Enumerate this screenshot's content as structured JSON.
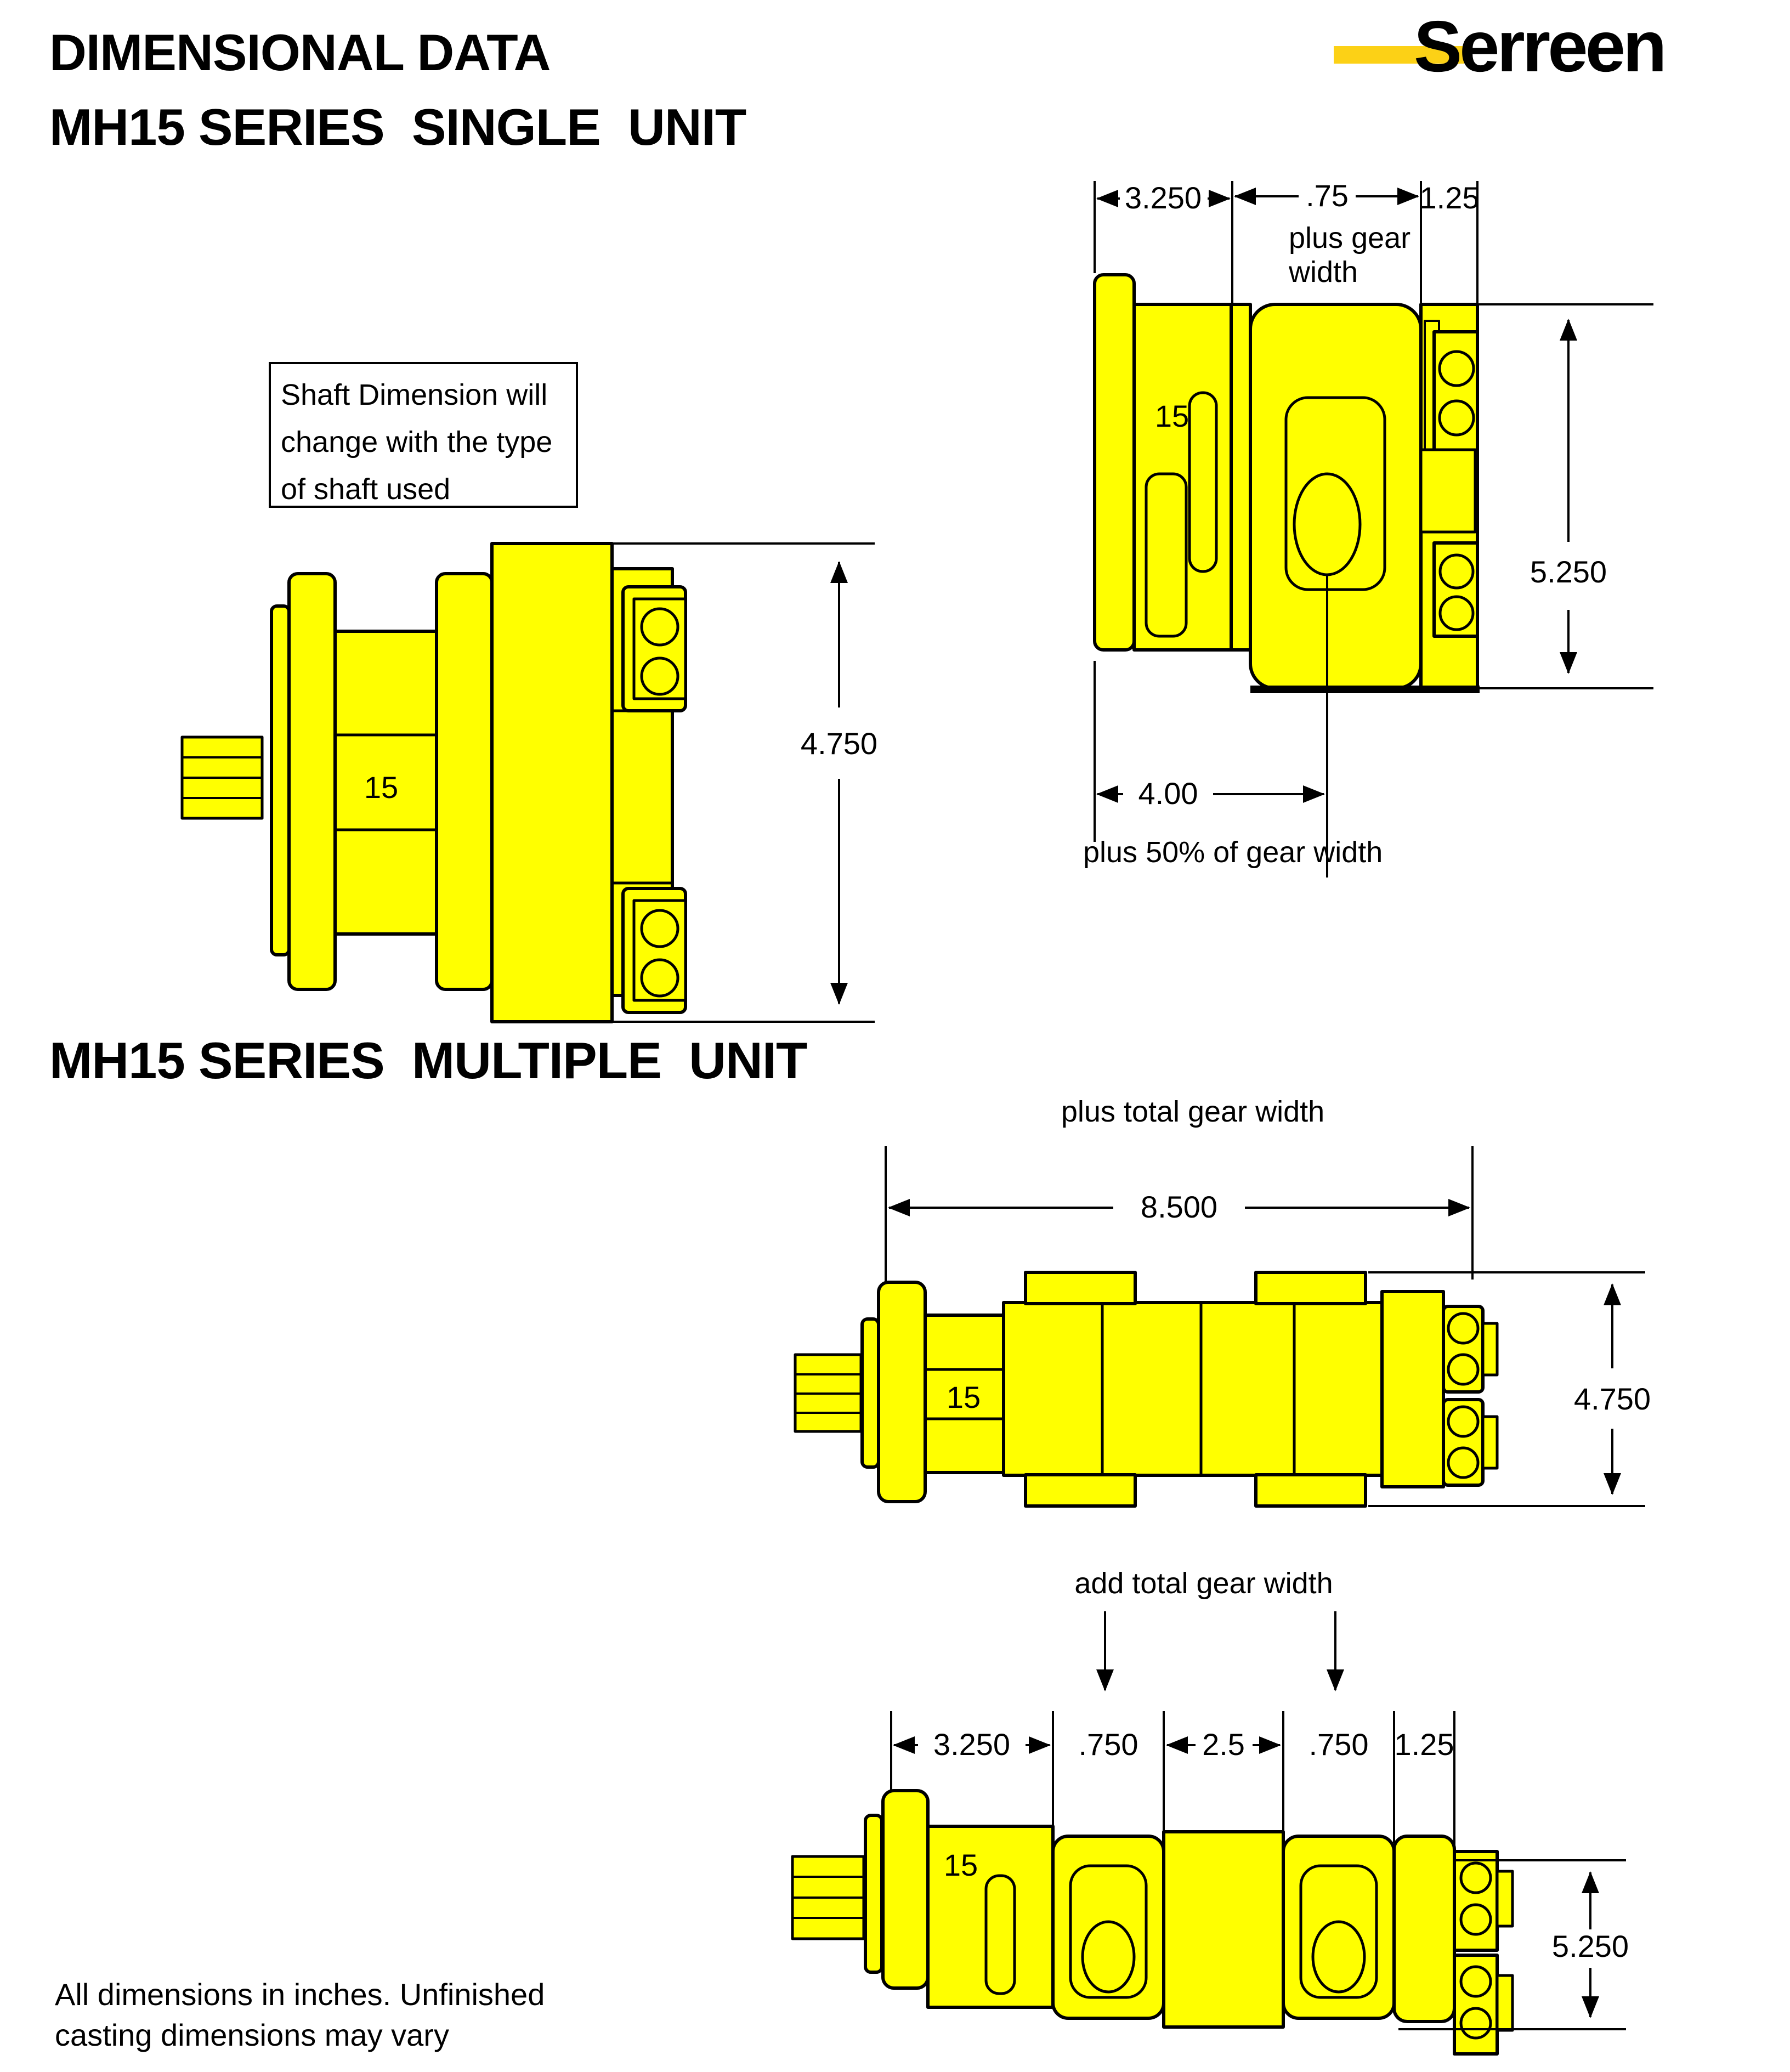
{
  "page": {
    "title_line1": "DIMENSIONAL DATA",
    "title_line2": "MH15 SERIES  SINGLE  UNIT",
    "multiple_title": "MH15 SERIES  MULTIPLE  UNIT",
    "footer_line1": "All dimensions in inches. Unfinished",
    "footer_line2": "casting dimensions may vary",
    "colors": {
      "pump_fill": "#FFFF00",
      "logo_yellow": "#FCD116",
      "line": "#000000"
    }
  },
  "logo": {
    "text": "Serreen"
  },
  "single_unit": {
    "side_view": {
      "note_line1": "Shaft Dimension will",
      "note_line2": "change with the type",
      "note_line3": "of shaft used",
      "body_label": "15",
      "dim_height": "4.750"
    },
    "end_view": {
      "dim_front": "3.250",
      "dim_gear": ".75",
      "gear_note_line1": "plus gear",
      "gear_note_line2": "width",
      "dim_port": "1.25",
      "body_label": "15",
      "dim_height": "5.250",
      "dim_to_port": "4.00",
      "port_note": "plus 50% of gear width"
    }
  },
  "multiple_unit": {
    "side_view": {
      "note": "plus total gear width",
      "dim_length": "8.500",
      "body_label": "15",
      "dim_height": "4.750"
    },
    "top_view": {
      "note": "add total gear width",
      "dim_front": "3.250",
      "dim_gear1": ".750",
      "dim_center": "2.5",
      "dim_gear2": ".750",
      "dim_port": "1.25",
      "body_label": "15",
      "dim_height": "5.250"
    }
  }
}
